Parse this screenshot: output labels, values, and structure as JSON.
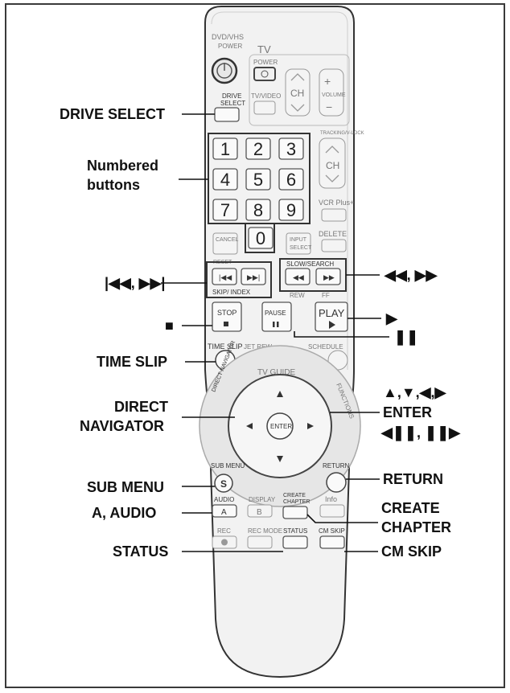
{
  "labels": {
    "drive_select": "DRIVE SELECT",
    "numbered_1": "Numbered",
    "numbered_2": "buttons",
    "skip": "|◀◀, ▶▶|",
    "stop": "■",
    "time_slip": "TIME SLIP",
    "direct_nav_1": "DIRECT",
    "direct_nav_2": "NAVIGATOR",
    "sub_menu": "SUB MENU",
    "a_audio": "A, AUDIO",
    "status": "STATUS",
    "slow_search": "◀◀, ▶▶",
    "play": "▶",
    "pause": "❚❚",
    "cursor": "▲,▼,◀,▶",
    "enter": "ENTER",
    "frame_step": "◀❚❚, ❚❚▶",
    "return": "RETURN",
    "create_1": "CREATE",
    "create_2": "CHAPTER",
    "cm_skip": "CM SKIP"
  },
  "remote": {
    "dvd_vhs": "DVD/VHS",
    "power": "POWER",
    "tv": "TV",
    "tv_power": "POWER",
    "ch": "CH",
    "volume": "VOLUME",
    "tv_video": "TV/VIDEO",
    "drive_select_1": "DRIVE",
    "drive_select_2": "SELECT",
    "tracking": "TRACKING/V-LOCK",
    "vcr_plus": "VCR Plus+",
    "cancel": "CANCEL",
    "reset": "RESET",
    "input_select_1": "INPUT",
    "input_select_2": "SELECT",
    "delete": "DELETE",
    "slow_search": "SLOW/SEARCH",
    "skip_index": "SKIP/ INDEX",
    "rew": "REW",
    "ff": "FF",
    "stop": "STOP",
    "pause": "PAUSE",
    "play": "PLAY",
    "time_slip": "TIME SLIP",
    "jet_rew": "JET REW",
    "schedule": "SCHEDULE",
    "tv_guide": "TV GUIDE",
    "direct_navigator": "DIRECT NAVIGATOR",
    "functions": "FUNCTIONS",
    "enter": "ENTER",
    "sub_menu": "SUB MENU",
    "sub_menu_s": "S",
    "return": "RETURN",
    "audio": "AUDIO",
    "display": "DISPLAY",
    "create": "CREATE",
    "chapter": "CHAPTER",
    "info": "Info",
    "a": "A",
    "b": "B",
    "rec": "REC",
    "rec_mode": "REC MODE",
    "status": "STATUS",
    "cm_skip": "CM SKIP",
    "digits": [
      "1",
      "2",
      "3",
      "4",
      "5",
      "6",
      "7",
      "8",
      "9",
      "0"
    ]
  }
}
